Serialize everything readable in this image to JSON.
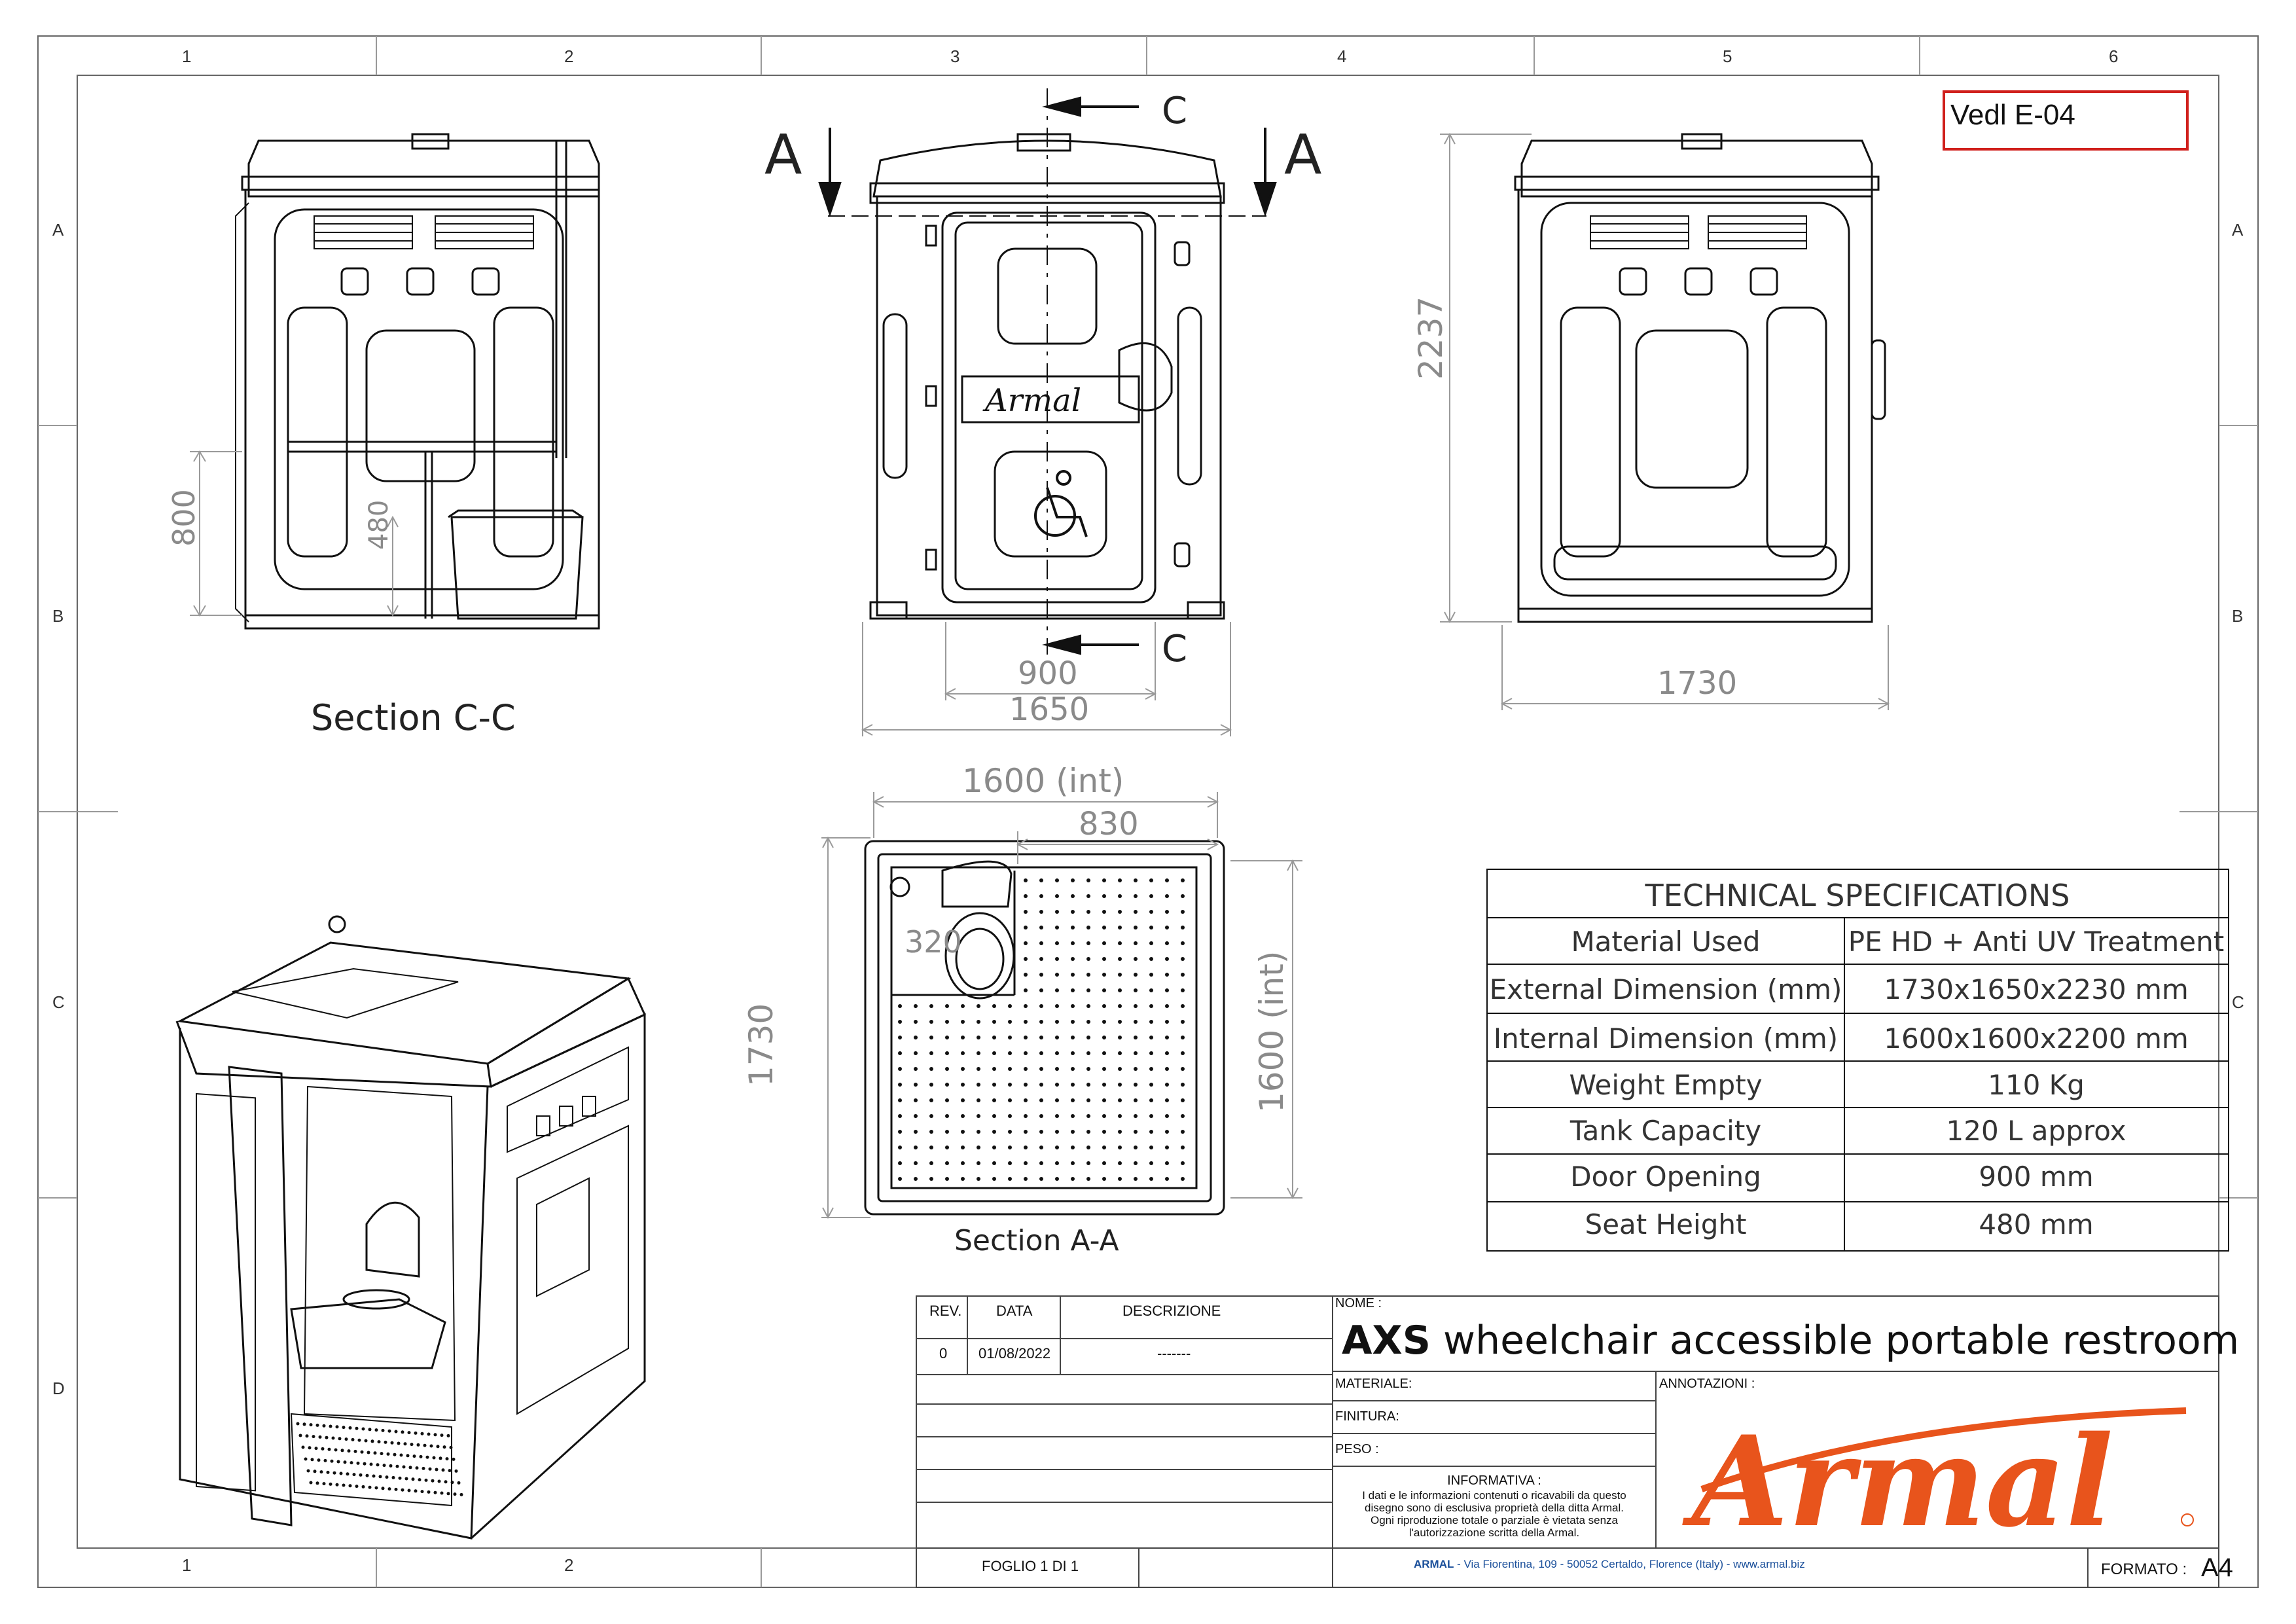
{
  "border": {
    "columns": [
      "1",
      "2",
      "3",
      "4",
      "5",
      "6"
    ],
    "rows": [
      "A",
      "B",
      "C",
      "D"
    ]
  },
  "revision_box": "Vedl E-04",
  "views": {
    "section_cc_label": "Section C-C",
    "section_aa_label": "Section A-A",
    "section_marker_c": "C",
    "section_marker_a": "A",
    "brand_mark": "Armal",
    "dims": {
      "side_800": "800",
      "side_480": "480",
      "front_900": "900",
      "front_1650": "1650",
      "side_2237": "2237",
      "side_1730": "1730",
      "plan_1600_int": "1600 (int)",
      "plan_830": "830",
      "plan_320": "320",
      "plan_1730": "1730",
      "plan_1600_int_v": "1600 (int)"
    }
  },
  "specs": {
    "title": "TECHNICAL SPECIFICATIONS",
    "rows": [
      {
        "label": "Material Used",
        "value": "PE HD + Anti UV Treatment"
      },
      {
        "label": "External Dimension (mm)",
        "value": "1730x1650x2230 mm"
      },
      {
        "label": "Internal Dimension (mm)",
        "value": "1600x1600x2200 mm"
      },
      {
        "label": "Weight Empty",
        "value": "110 Kg"
      },
      {
        "label": "Tank Capacity",
        "value": "120 L  approx"
      },
      {
        "label": "Door Opening",
        "value": "900 mm"
      },
      {
        "label": "Seat Height",
        "value": "480 mm"
      }
    ]
  },
  "title_block": {
    "rev_header": "REV.",
    "data_header": "DATA",
    "desc_header": "DESCRIZIONE",
    "rev_value": "0",
    "data_value": "01/08/2022",
    "desc_value": "-------",
    "nome_label": "NOME :",
    "title_bold": "AXS",
    "title_rest": " wheelchair accessible portable restroom",
    "materiale_label": "MATERIALE:",
    "annotazioni_label": "ANNOTAZIONI :",
    "finitura_label": "FINITURA:",
    "peso_label": "PESO :",
    "informativa_title": "INFORMATIVA :",
    "informativa_lines": [
      "I dati e le informazioni contenuti o ricavabili da questo",
      "disegno sono di esclusiva proprietà della ditta Armal.",
      "Ogni riproduzione totale o parziale è vietata senza",
      "l'autorizzazione scritta della Armal."
    ],
    "foglio": "FOGLIO 1 DI 1",
    "address_brand": "ARMAL",
    "address_rest": " - Via Fiorentina, 109 - 50052 Certaldo, Florence (Italy) - www.armal.biz",
    "formato_label": "FORMATO :",
    "formato_value": "A4",
    "logo_text": "Armal",
    "logo_color": "#e8541c"
  }
}
